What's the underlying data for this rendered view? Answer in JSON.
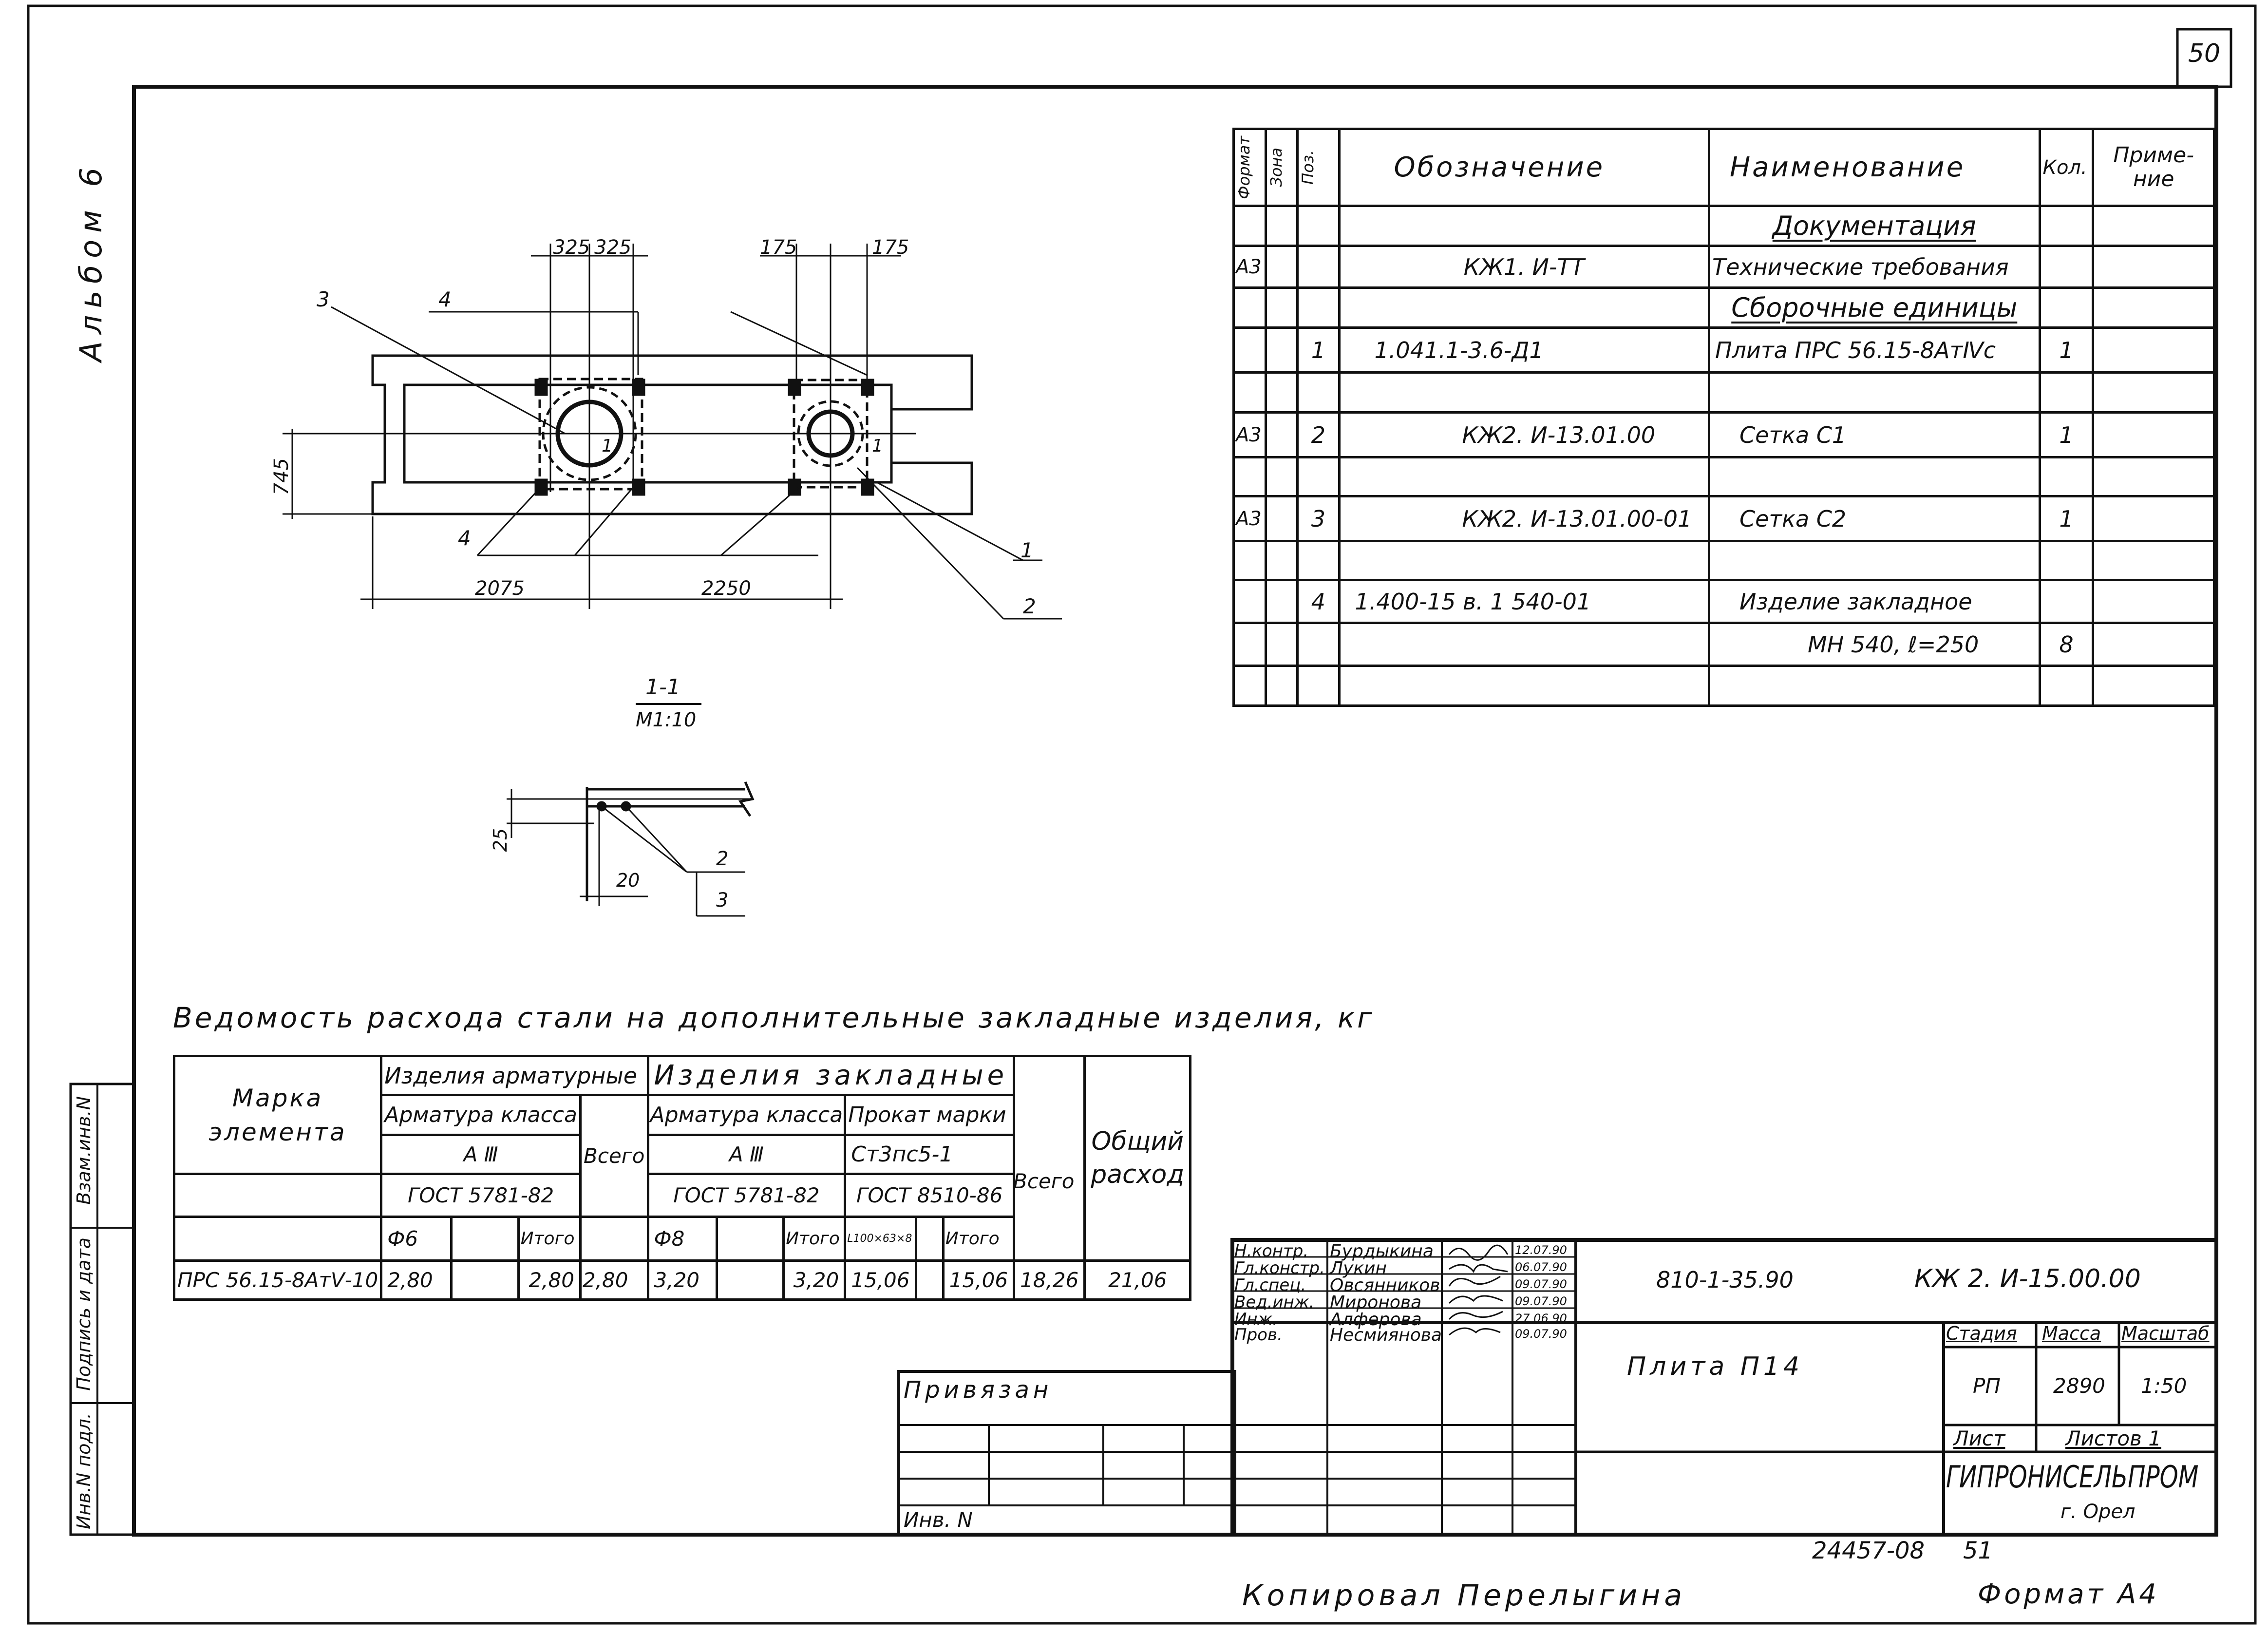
{
  "sheet": {
    "page_number": "50",
    "album": "Альбом 6",
    "copied_by": "Копировал Перелыгина",
    "format": "Формат А4",
    "archive_no": "24457-08",
    "sheet_ref": "51"
  },
  "side_stamp": {
    "inv_podl": "Инв.N подл.",
    "sign_date": "Подпись и дата",
    "vzam_inv": "Взам.инв.N"
  },
  "drawing": {
    "dims_top": [
      "325",
      "325",
      "175",
      "175"
    ],
    "dim_left": "745",
    "dims_bottom": [
      "2075",
      "2250"
    ],
    "leaders": [
      "1",
      "2",
      "3",
      "4",
      "4"
    ],
    "section_mark": "1",
    "section_title": "1-1",
    "section_scale": "М1:10",
    "section_dims": [
      "25",
      "20"
    ],
    "section_leaders": [
      "2",
      "3"
    ]
  },
  "spec_table": {
    "headers": {
      "format": "Формат",
      "zone": "Зона",
      "pos": "Поз.",
      "designation": "Обозначение",
      "name": "Наименование",
      "qty": "Кол.",
      "note": "Приме-\nние"
    },
    "sections": {
      "docs": "Документация",
      "assemblies": "Сборочные единицы"
    },
    "rows": [
      {
        "format": "А3",
        "pos": "",
        "designation": "КЖ1. И-ТТ",
        "name": "Технические требования",
        "qty": ""
      },
      {
        "format": "",
        "pos": "1",
        "designation": "1.041.1-3.6-Д1",
        "name": "Плита ПРС 56.15-8АтⅣс",
        "qty": "1"
      },
      {
        "format": "А3",
        "pos": "2",
        "designation": "КЖ2. И-13.01.00",
        "name": "Сетка С1",
        "qty": "1"
      },
      {
        "format": "А3",
        "pos": "3",
        "designation": "КЖ2. И-13.01.00-01",
        "name": "Сетка С2",
        "qty": "1"
      },
      {
        "format": "",
        "pos": "4",
        "designation": "1.400-15 в. 1   540-01",
        "name": "Изделие закладное",
        "qty": ""
      },
      {
        "format": "",
        "pos": "",
        "designation": "",
        "name": "МН 540,  ℓ=250",
        "qty": "8"
      }
    ]
  },
  "steel_table": {
    "title": "Ведомость расхода стали на дополнительные закладные изделия, кг",
    "mark_header": "Марка\nэлемента",
    "rebar_items": "Изделия арматурные",
    "embedded_items": "Изделия закладные",
    "rebar_class": "Арматура класса",
    "rebar_class2": "Арматура класса",
    "rolled_grade": "Прокат марки",
    "a3": "А Ⅲ",
    "a3b": "А Ⅲ",
    "st3": "Ст3пс5-1",
    "gost1": "ГОСТ 5781-82",
    "gost2": "ГОСТ 5781-82",
    "gost3": "ГОСТ 8510-86",
    "total": "Всего",
    "total2": "Всего",
    "overall": "Общий\nрасход",
    "d6": "Ф6",
    "d8": "Ф8",
    "itogo": "Итого",
    "itogo2": "Итого",
    "itogo3": "Итого",
    "angle": "L100×63×8",
    "row": [
      "ПРС 56.15-8АтⅤ-10",
      "2,80",
      "",
      "2,80",
      "2,80",
      "3,20",
      "",
      "3,20",
      "15,06",
      "",
      "15,06",
      "18,26",
      "21,06"
    ]
  },
  "title_block": {
    "privyazan": "Привязан",
    "inv": "Инв. N",
    "project_code": "810-1-35.90",
    "doc_code": "КЖ 2. И-15.00.00",
    "object": "Плита П14",
    "stage_h": "Стадия",
    "mass_h": "Масса",
    "scale_h": "Масштаб",
    "stage": "РП",
    "mass": "2890",
    "scale": "1:50",
    "sheet_h": "Лист",
    "sheets_h": "Листов 1",
    "org": "ГИПРОНИСЕЛЬПРОМ",
    "city": "г. Орел",
    "people": [
      {
        "role": "Н.контр.",
        "name": "Бурдыкина",
        "date": "12.07.90"
      },
      {
        "role": "Гл.констр.",
        "name": "Лукин",
        "date": "06.07.90"
      },
      {
        "role": "Гл.спец.",
        "name": "Овсянников",
        "date": "09.07.90"
      },
      {
        "role": "Вед.инж.",
        "name": "Миронова",
        "date": "09.07.90"
      },
      {
        "role": "Инж.",
        "name": "Алферова",
        "date": "27.06.90"
      },
      {
        "role": "Пров.",
        "name": "Несмиянова",
        "date": "09.07.90"
      }
    ]
  }
}
